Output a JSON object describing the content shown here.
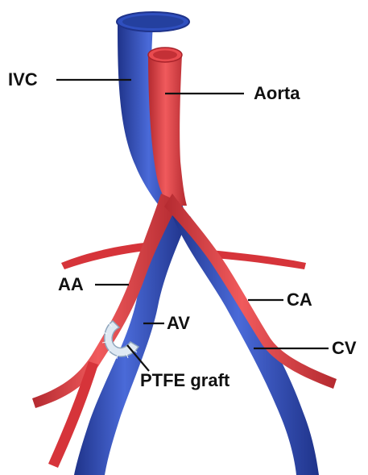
{
  "labels": {
    "ivc": "IVC",
    "aorta": "Aorta",
    "aa": "AA",
    "ca": "CA",
    "av": "AV",
    "cv": "CV",
    "ptfe": "PTFE graft"
  },
  "colors": {
    "vein": "#2f4fbf",
    "vein_dark": "#1f338a",
    "vein_light": "#5c7de0",
    "artery": "#e0383d",
    "artery_dark": "#a8222a",
    "artery_light": "#f26f6f",
    "graft": "#d8e6f2",
    "leader": "#111111"
  }
}
